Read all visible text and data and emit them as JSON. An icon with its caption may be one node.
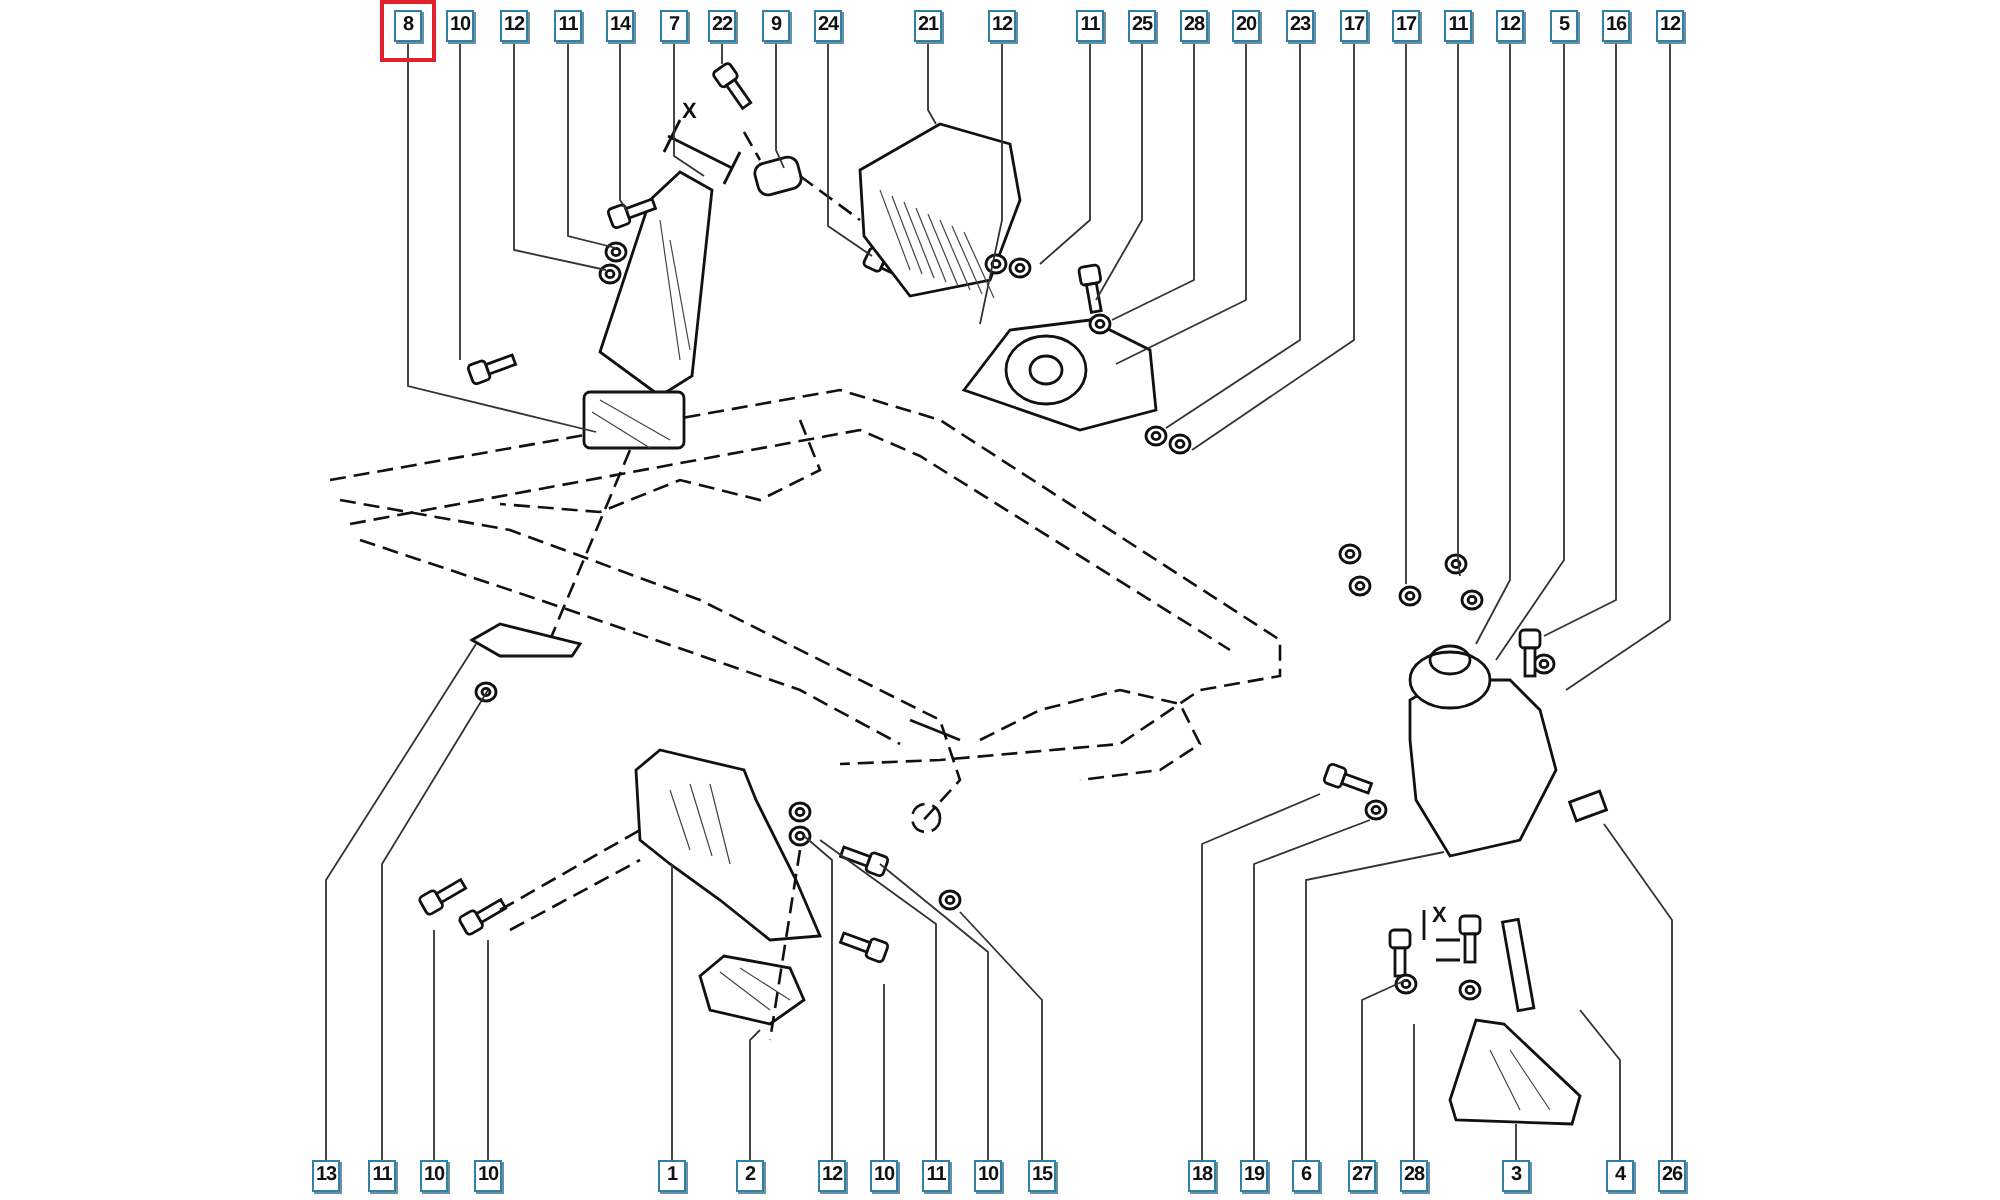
{
  "diagram": {
    "nodes": [
      {
        "text": [
          "8"
        ]
      },
      {
        "text": [
          "10"
        ]
      },
      {
        "text": [
          "12"
        ]
      },
      {
        "text": [
          "11"
        ]
      },
      {
        "text": [
          "14"
        ]
      },
      {
        "text": [
          "7"
        ]
      },
      {
        "text": [
          "22"
        ]
      },
      {
        "text": [
          "9"
        ]
      },
      {
        "text": [
          "24"
        ]
      },
      {
        "text": [
          "21"
        ]
      },
      {
        "text": [
          "12"
        ]
      },
      {
        "text": [
          "11"
        ]
      },
      {
        "text": [
          "25"
        ]
      },
      {
        "text": [
          "28"
        ]
      },
      {
        "text": [
          "20"
        ]
      },
      {
        "text": [
          "23"
        ]
      },
      {
        "text": [
          "17"
        ]
      },
      {
        "text": [
          "17"
        ]
      },
      {
        "text": [
          "11"
        ]
      },
      {
        "text": [
          "12"
        ]
      },
      {
        "text": [
          "5"
        ]
      },
      {
        "text": [
          "16"
        ]
      },
      {
        "text": [
          "12"
        ]
      },
      {
        "text": [
          "13"
        ]
      },
      {
        "text": [
          "11"
        ]
      },
      {
        "text": [
          "10"
        ]
      },
      {
        "text": [
          "10"
        ]
      },
      {
        "text": [
          "1"
        ]
      },
      {
        "text": [
          "2"
        ]
      },
      {
        "text": [
          "12"
        ]
      },
      {
        "text": [
          "10"
        ]
      },
      {
        "text": [
          "11"
        ]
      },
      {
        "text": [
          "10"
        ]
      },
      {
        "text": [
          "15"
        ]
      },
      {
        "text": [
          "18"
        ]
      },
      {
        "text": [
          "19"
        ]
      },
      {
        "text": [
          "6"
        ]
      },
      {
        "text": [
          "27"
        ]
      },
      {
        "text": [
          "28"
        ]
      },
      {
        "text": [
          "3"
        ]
      },
      {
        "text": [
          "4"
        ]
      },
      {
        "text": [
          "26"
        ]
      }
    ],
    "edges": [
      {
        "from": 0,
        "to": null,
        "arrow": "none"
      },
      {
        "from": 1,
        "to": null,
        "arrow": "none"
      },
      {
        "from": 2,
        "to": null,
        "arrow": "none"
      },
      {
        "from": 3,
        "to": null,
        "arrow": "none"
      },
      {
        "from": 4,
        "to": null,
        "arrow": "none"
      },
      {
        "from": 5,
        "to": null,
        "arrow": "none"
      },
      {
        "from": 6,
        "to": null,
        "arrow": "none"
      },
      {
        "from": 7,
        "to": null,
        "arrow": "none"
      },
      {
        "from": 8,
        "to": null,
        "arrow": "none"
      },
      {
        "from": 9,
        "to": null,
        "arrow": "none"
      },
      {
        "from": 10,
        "to": null,
        "arrow": "none"
      },
      {
        "from": 11,
        "to": null,
        "arrow": "none"
      },
      {
        "from": 12,
        "to": null,
        "arrow": "none"
      },
      {
        "from": 13,
        "to": null,
        "arrow": "none"
      },
      {
        "from": 14,
        "to": null,
        "arrow": "none"
      },
      {
        "from": 15,
        "to": null,
        "arrow": "none"
      },
      {
        "from": 16,
        "to": null,
        "arrow": "none"
      },
      {
        "from": 17,
        "to": null,
        "arrow": "none"
      },
      {
        "from": 18,
        "to": null,
        "arrow": "none"
      },
      {
        "from": 19,
        "to": null,
        "arrow": "none"
      },
      {
        "from": 20,
        "to": null,
        "arrow": "none"
      },
      {
        "from": 21,
        "to": null,
        "arrow": "none"
      },
      {
        "from": 22,
        "to": null,
        "arrow": "none"
      },
      {
        "from": 23,
        "to": null,
        "arrow": "none"
      },
      {
        "from": 24,
        "to": null,
        "arrow": "none"
      },
      {
        "from": 25,
        "to": null,
        "arrow": "none"
      },
      {
        "from": 26,
        "to": null,
        "arrow": "none"
      },
      {
        "from": 27,
        "to": null,
        "arrow": "none"
      },
      {
        "from": 28,
        "to": null,
        "arrow": "none"
      },
      {
        "from": 29,
        "to": null,
        "arrow": "none"
      },
      {
        "from": 30,
        "to": null,
        "arrow": "none"
      },
      {
        "from": 31,
        "to": null,
        "arrow": "none"
      },
      {
        "from": 32,
        "to": null,
        "arrow": "none"
      },
      {
        "from": 33,
        "to": null,
        "arrow": "none"
      },
      {
        "from": 34,
        "to": null,
        "arrow": "none"
      },
      {
        "from": 35,
        "to": null,
        "arrow": "none"
      },
      {
        "from": 36,
        "to": null,
        "arrow": "none"
      },
      {
        "from": 37,
        "to": null,
        "arrow": "none"
      },
      {
        "from": 38,
        "to": null,
        "arrow": "none"
      },
      {
        "from": 39,
        "to": null,
        "arrow": "none"
      },
      {
        "from": 40,
        "to": null,
        "arrow": "none"
      },
      {
        "from": 41,
        "to": null,
        "arrow": "none"
      }
    ],
    "labels": [
      "X",
      "X"
    ]
  }
}
